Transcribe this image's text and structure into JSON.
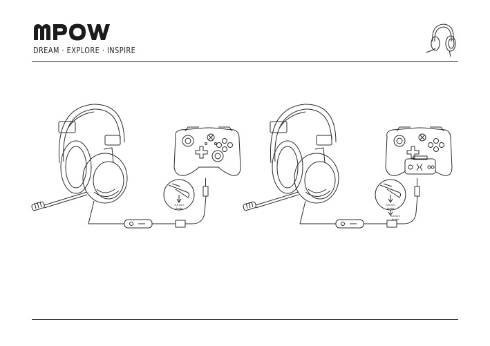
{
  "brand": {
    "logo_text": "MPOW",
    "tagline": "DREAM · EXPLORE · INSPIRE"
  },
  "figures": [
    {
      "jack_label_line1": "3.5 mm",
      "jack_label_line2": "Audio"
    },
    {
      "jack_label_line1": "3.5 mm",
      "jack_label_line2": "Audio",
      "adapter_label_line1": "3.5 mm",
      "adapter_label_line2": "Audio"
    }
  ]
}
